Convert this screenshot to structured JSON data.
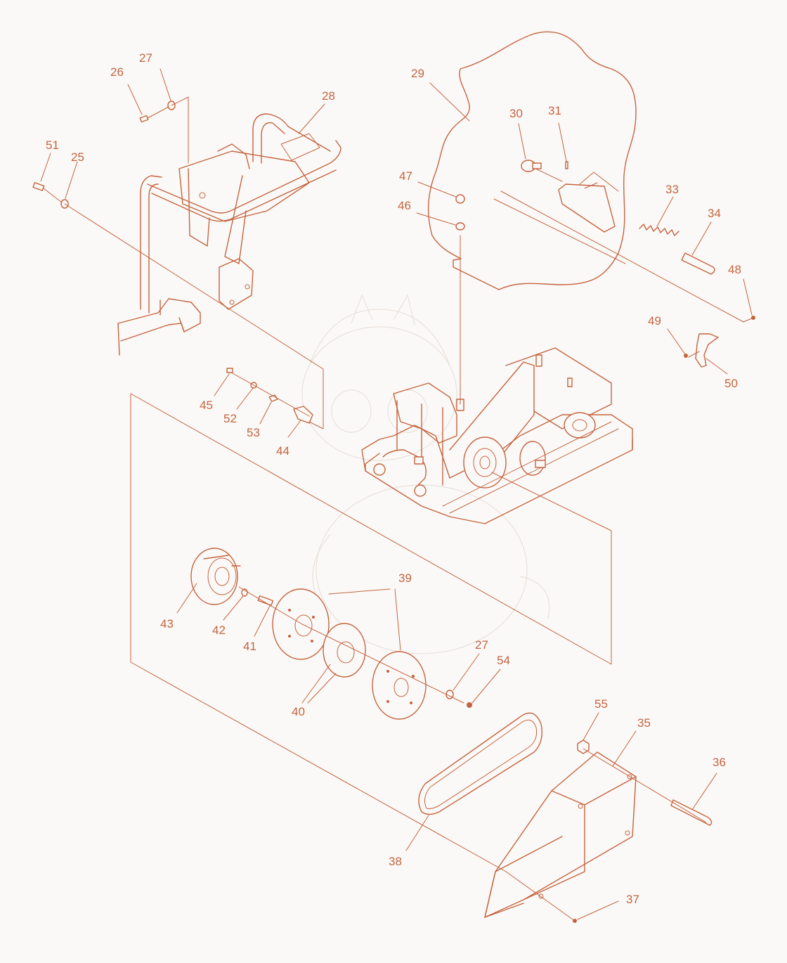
{
  "colors": {
    "line": "#c4643f",
    "background": "#fbf9f7"
  },
  "callouts": [
    {
      "id": "c25",
      "text": "25"
    },
    {
      "id": "c26",
      "text": "26"
    },
    {
      "id": "c27a",
      "text": "27"
    },
    {
      "id": "c27b",
      "text": "27"
    },
    {
      "id": "c28",
      "text": "28"
    },
    {
      "id": "c29",
      "text": "29"
    },
    {
      "id": "c30",
      "text": "30"
    },
    {
      "id": "c31",
      "text": "31"
    },
    {
      "id": "c33",
      "text": "33"
    },
    {
      "id": "c34",
      "text": "34"
    },
    {
      "id": "c35",
      "text": "35"
    },
    {
      "id": "c36",
      "text": "36"
    },
    {
      "id": "c37",
      "text": "37"
    },
    {
      "id": "c38",
      "text": "38"
    },
    {
      "id": "c39",
      "text": "39"
    },
    {
      "id": "c40",
      "text": "40"
    },
    {
      "id": "c41",
      "text": "41"
    },
    {
      "id": "c42",
      "text": "42"
    },
    {
      "id": "c43",
      "text": "43"
    },
    {
      "id": "c44",
      "text": "44"
    },
    {
      "id": "c45",
      "text": "45"
    },
    {
      "id": "c46",
      "text": "46"
    },
    {
      "id": "c47",
      "text": "47"
    },
    {
      "id": "c48",
      "text": "48"
    },
    {
      "id": "c49",
      "text": "49"
    },
    {
      "id": "c50",
      "text": "50"
    },
    {
      "id": "c51",
      "text": "51"
    },
    {
      "id": "c52",
      "text": "52"
    },
    {
      "id": "c53",
      "text": "53"
    },
    {
      "id": "c54",
      "text": "54"
    },
    {
      "id": "c55",
      "text": "55"
    }
  ]
}
